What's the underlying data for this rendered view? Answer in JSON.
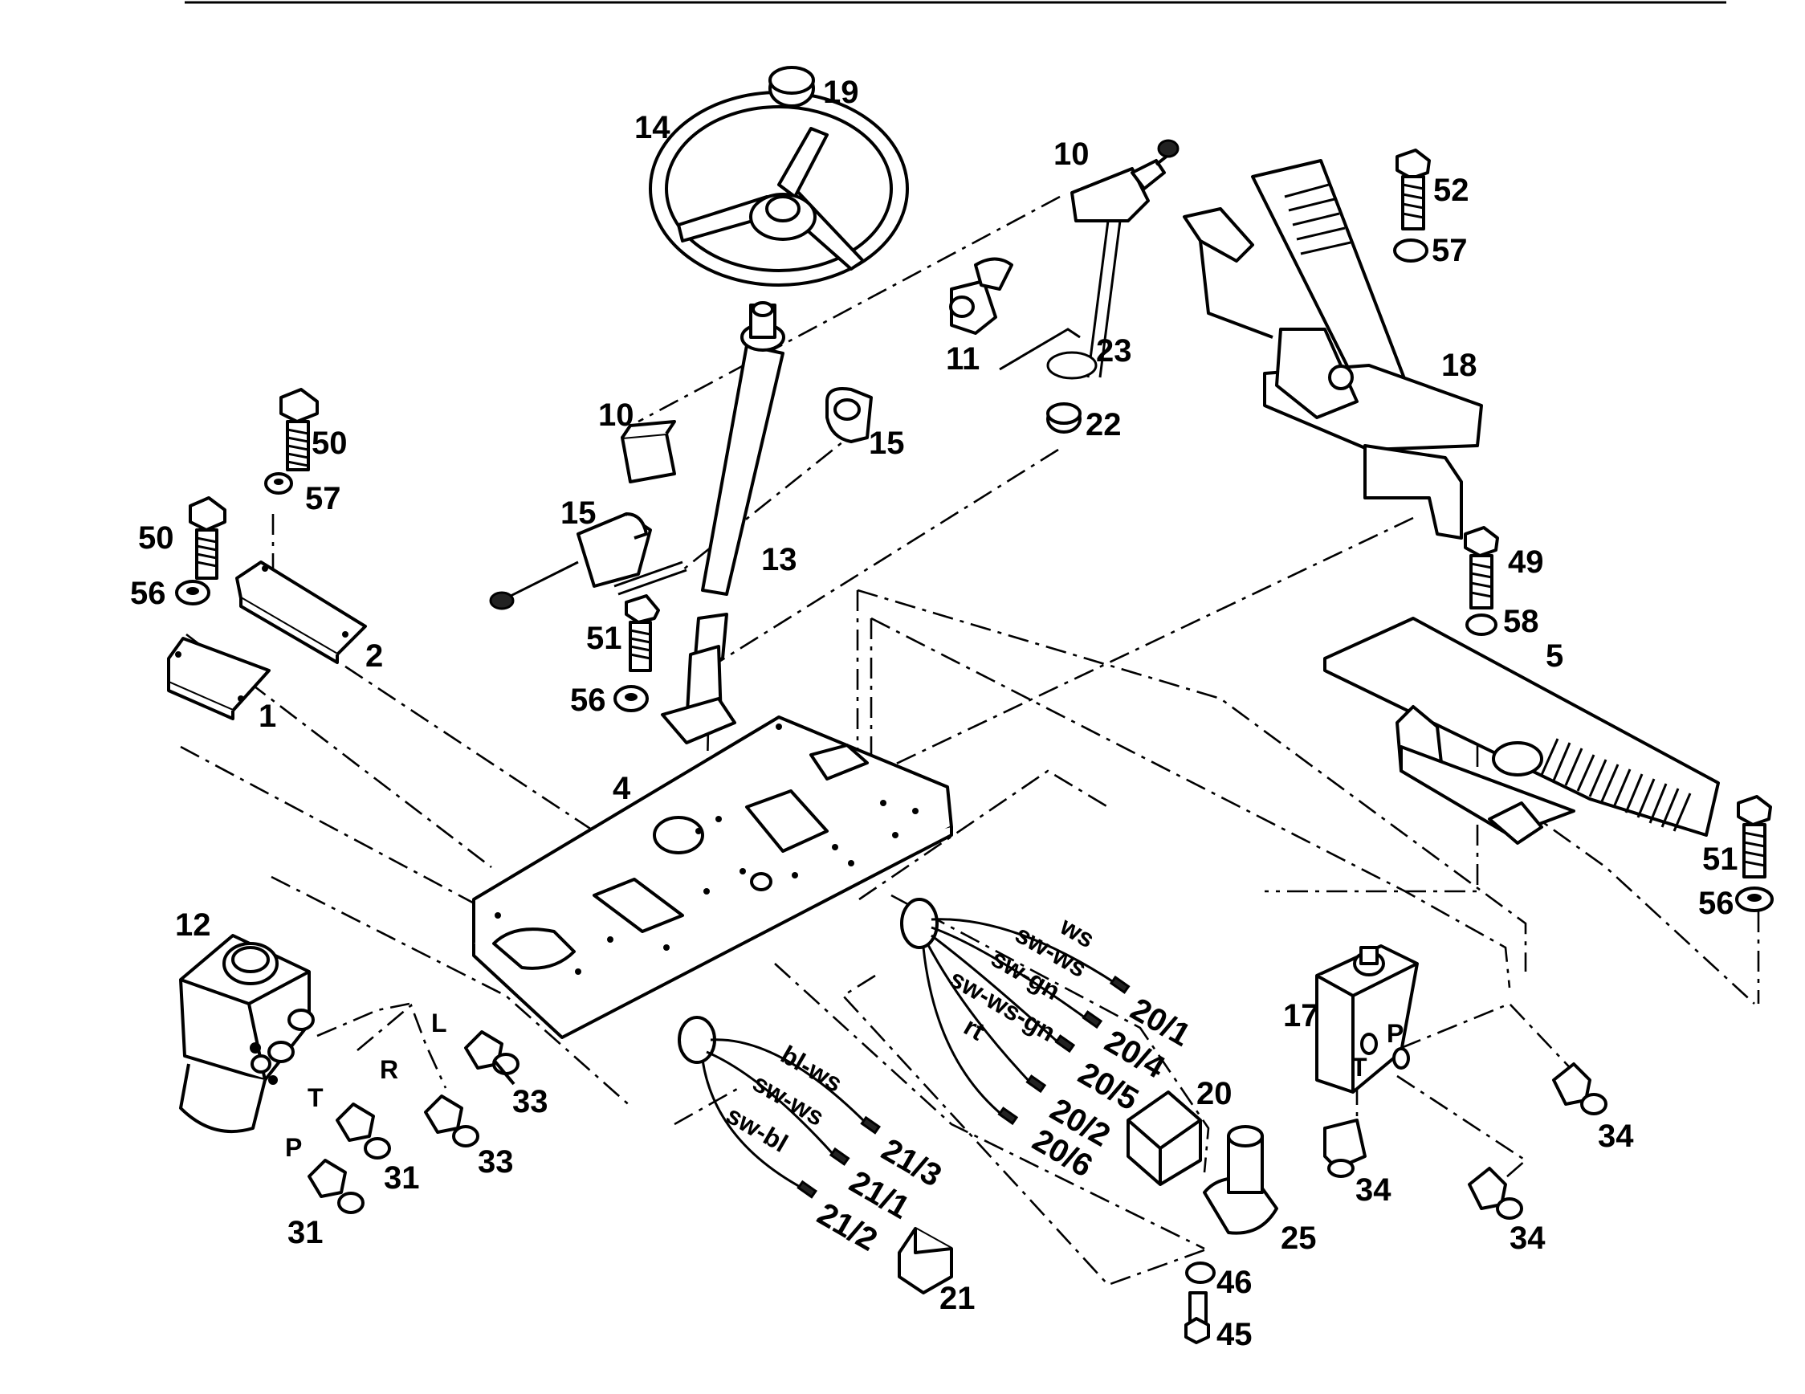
{
  "labels": {
    "p1": "1",
    "p2": "2",
    "p4": "4",
    "p5": "5",
    "p10a": "10",
    "p10b": "10",
    "p11": "11",
    "p12": "12",
    "p13": "13",
    "p14": "14",
    "p15a": "15",
    "p15b": "15",
    "p17": "17",
    "p18": "18",
    "p19": "19",
    "p20": "20",
    "p21": "21",
    "p22": "22",
    "p23": "23",
    "p25": "25",
    "p31a": "31",
    "p31b": "31",
    "p33a": "33",
    "p33b": "33",
    "p34a": "34",
    "p34b": "34",
    "p34c": "34",
    "p45": "45",
    "p46": "46",
    "p49": "49",
    "p50a": "50",
    "p50b": "50",
    "p51a": "51",
    "p51b": "51",
    "p52": "52",
    "p56a": "56",
    "p56b": "56",
    "p56c": "56",
    "p57a": "57",
    "p57b": "57",
    "p58": "58"
  },
  "wires_20": [
    {
      "color": "ws",
      "terminal": "20/1"
    },
    {
      "color": "sw-ws",
      "terminal": "20/4"
    },
    {
      "color": "sw-gn",
      "terminal": "20/5"
    },
    {
      "color": "sw-ws-gn",
      "terminal": "20/2"
    },
    {
      "color": "rt",
      "terminal": "20/6"
    }
  ],
  "wires_21": [
    {
      "color": "bl-ws",
      "terminal": "21/3"
    },
    {
      "color": "sw-ws",
      "terminal": "21/1"
    },
    {
      "color": "sw-bl",
      "terminal": "21/2"
    }
  ],
  "port_labels": {
    "L": "L",
    "R": "R",
    "T1": "T",
    "P1": "P",
    "T2": "T",
    "P2": "P"
  }
}
